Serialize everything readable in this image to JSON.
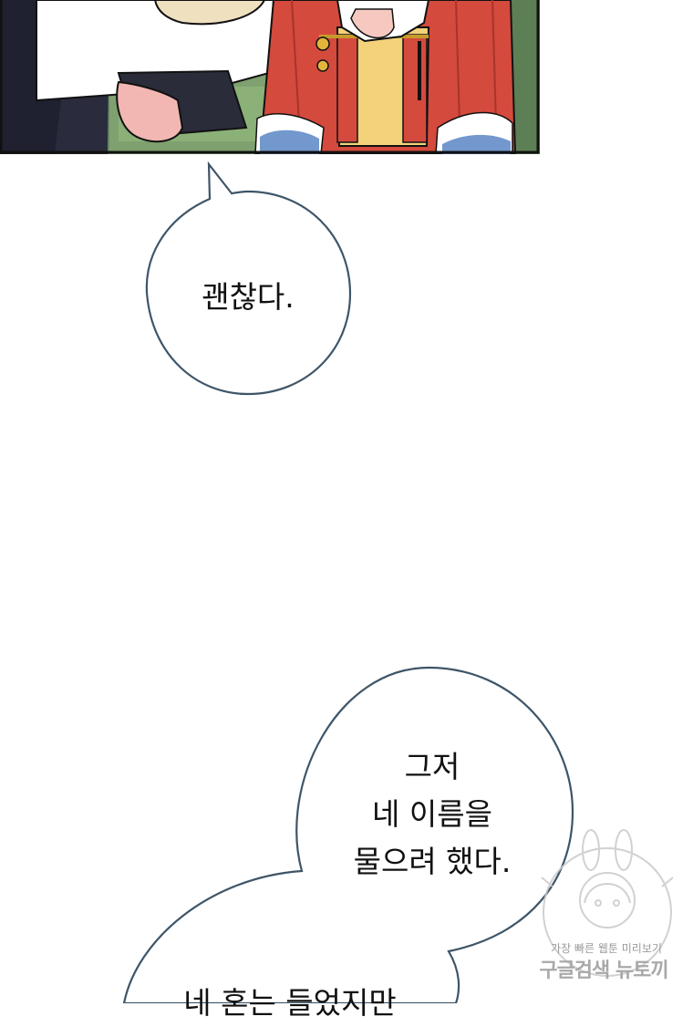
{
  "bubbles": {
    "first": {
      "lines": [
        "괜찮다."
      ]
    },
    "second": {
      "lines": [
        "그저",
        "네 이름을",
        "물으려 했다."
      ]
    },
    "third": {
      "lines": [
        "네 혼는 들었지만"
      ]
    }
  },
  "watermark": {
    "line1": "가장 빠른 웹툰 미리보기",
    "line2": "구글검색 뉴토끼"
  },
  "colors": {
    "bubble_stroke": "#3e5568",
    "panel_border": "#111111",
    "skirt_red": "#d44a3c",
    "sash_yellow": "#f3d27a",
    "hem_blue": "#4f7ec1"
  }
}
